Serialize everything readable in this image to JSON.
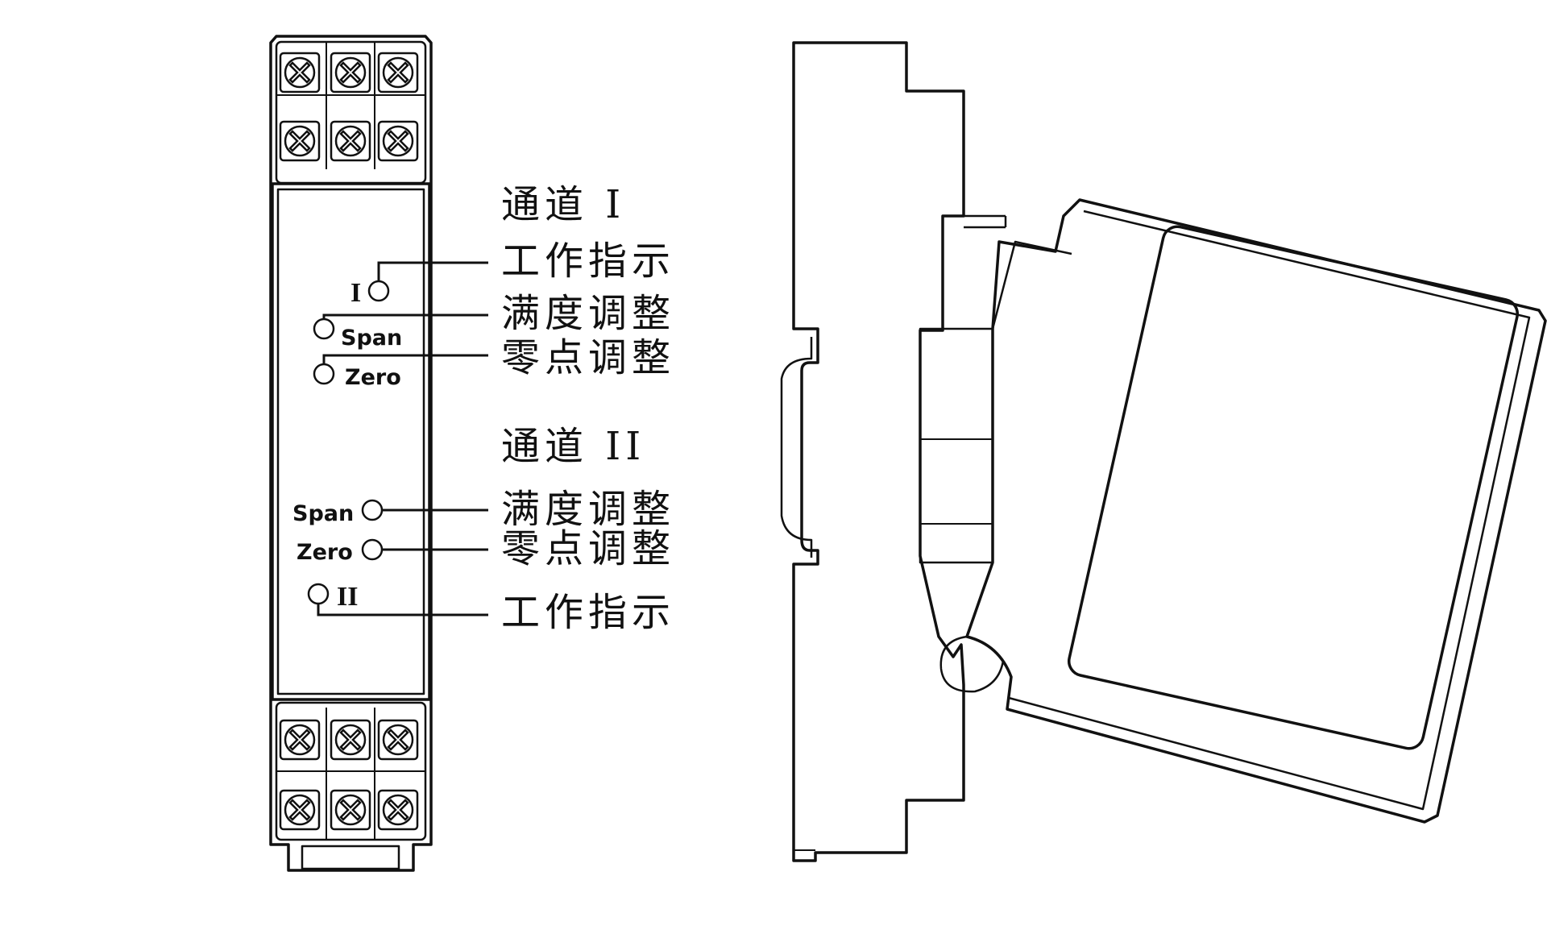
{
  "front_view": {
    "channel_1": {
      "heading": "通道 I",
      "indicator_mark": "I",
      "indicator_label": "工作指示",
      "span_mark": "Span",
      "span_label": "满度调整",
      "zero_mark": "Zero",
      "zero_label": "零点调整"
    },
    "channel_2": {
      "heading": "通道 II",
      "span_mark": "Span",
      "span_label": "满度调整",
      "zero_mark": "Zero",
      "zero_label": "零点调整",
      "indicator_mark": "II",
      "indicator_label": "工作指示"
    }
  }
}
